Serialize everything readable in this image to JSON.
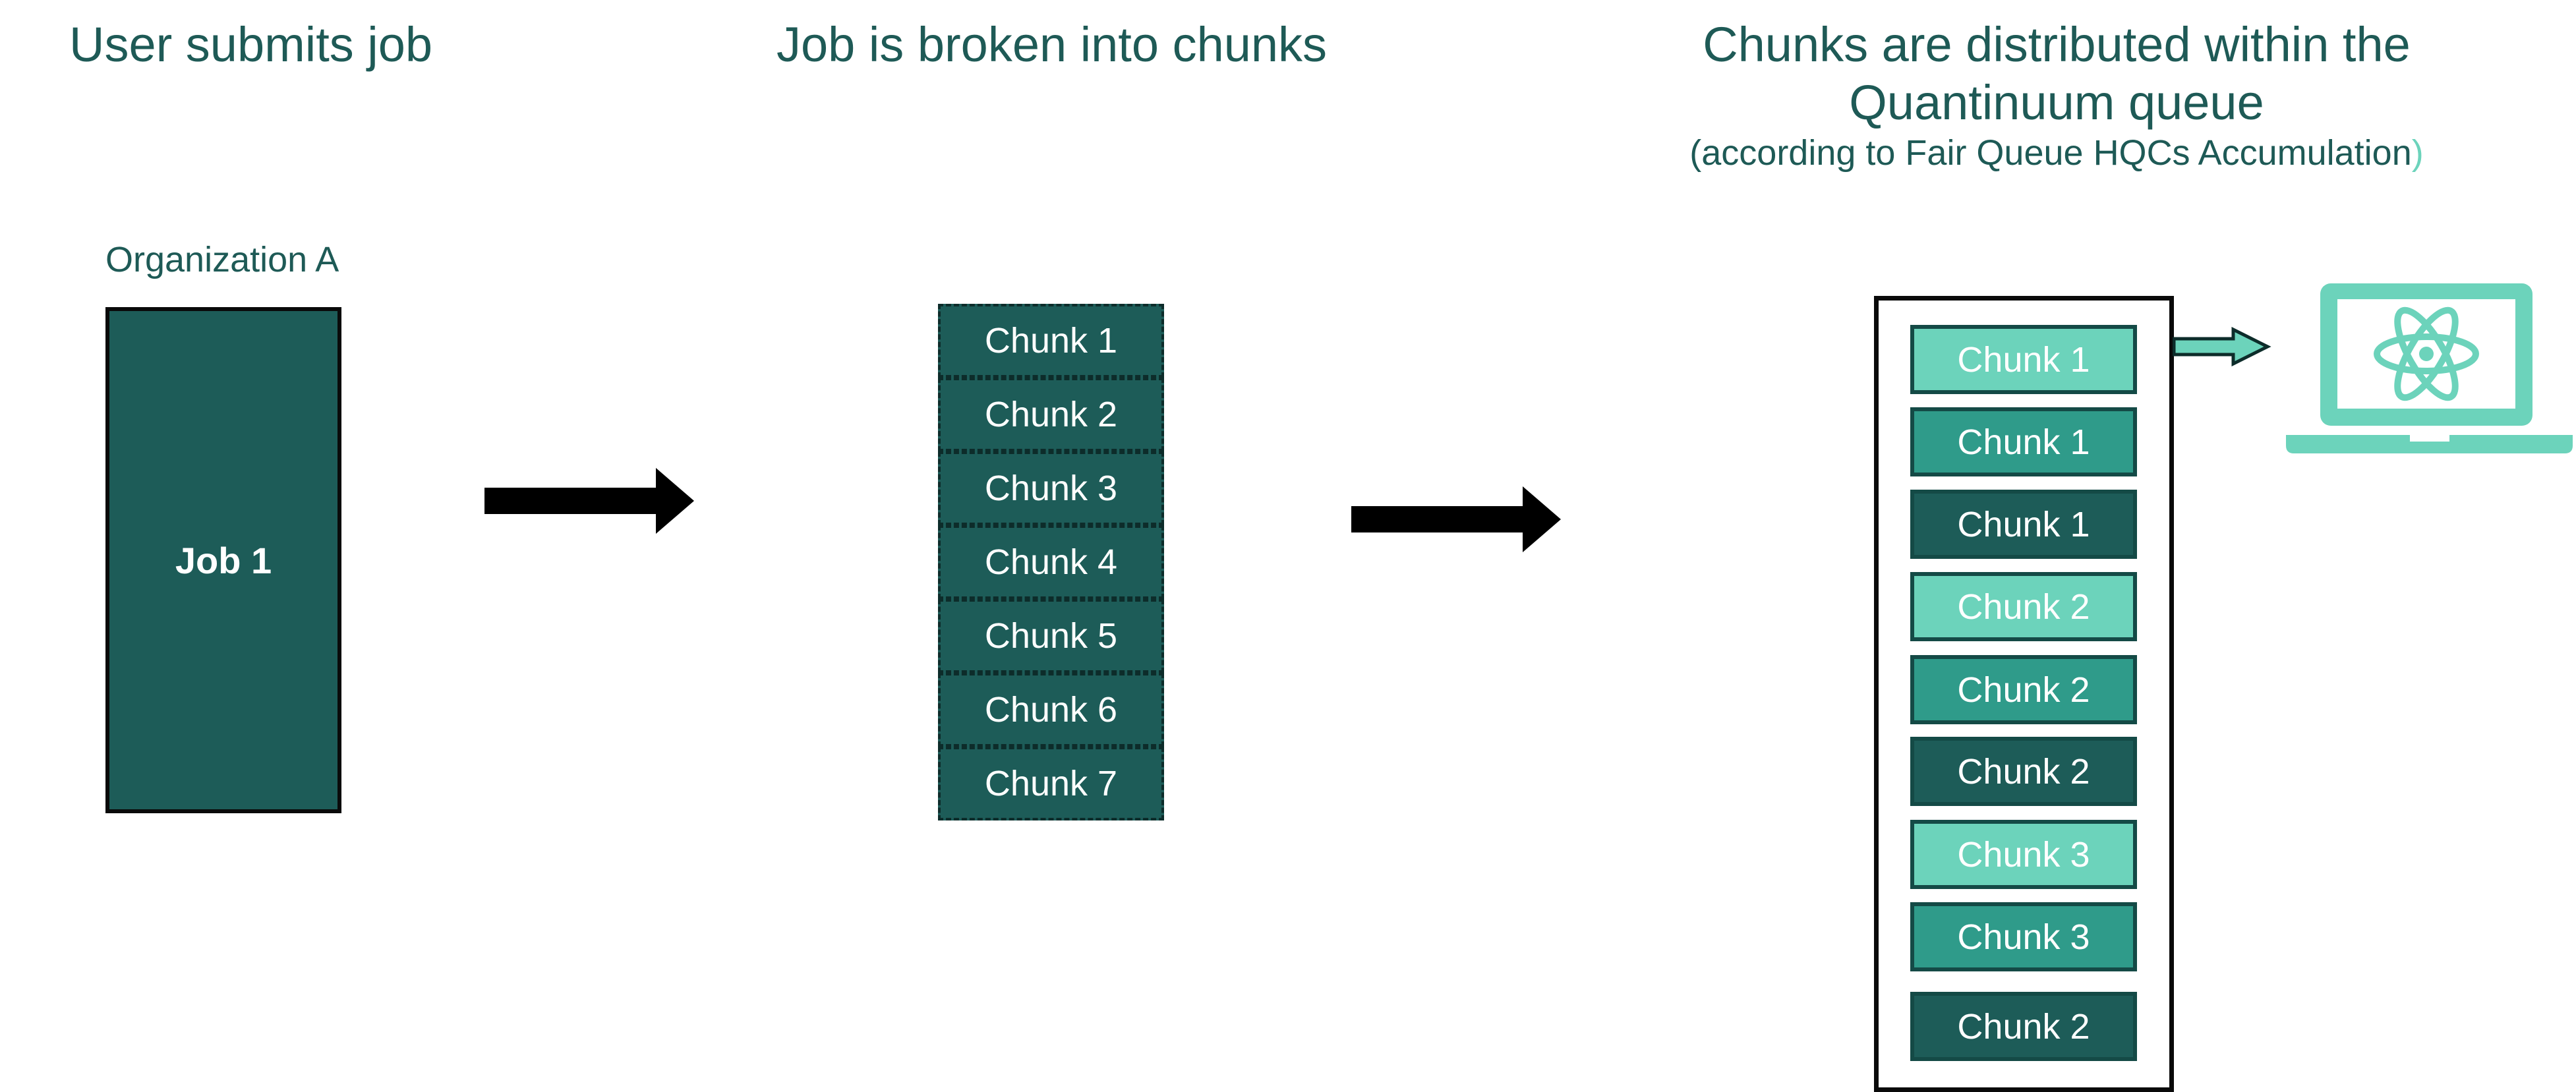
{
  "sections": {
    "submit": {
      "title": "User submits job"
    },
    "split": {
      "title": "Job is broken into chunks"
    },
    "distribute": {
      "title_line1": "Chunks are distributed within the",
      "title_line2": "Quantinuum queue",
      "subtitle": "(according to Fair Queue HQCs Accumulation",
      "subtitle_close": ")"
    }
  },
  "organization": {
    "label": "Organization A"
  },
  "job": {
    "label": "Job 1"
  },
  "chunks": [
    "Chunk 1",
    "Chunk 2",
    "Chunk 3",
    "Chunk 4",
    "Chunk 5",
    "Chunk 6",
    "Chunk 7"
  ],
  "queue": [
    {
      "label": "Chunk 1",
      "color": "#6cd3bb"
    },
    {
      "label": "Chunk 1",
      "color": "#2f9b8a"
    },
    {
      "label": "Chunk 1",
      "color": "#1d5c58"
    },
    {
      "label": "Chunk 2",
      "color": "#6cd3bb"
    },
    {
      "label": "Chunk 2",
      "color": "#2f9b8a"
    },
    {
      "label": "Chunk 2",
      "color": "#1d5c58"
    },
    {
      "label": "Chunk 3",
      "color": "#6cd3bb"
    },
    {
      "label": "Chunk 3",
      "color": "#2f9b8a"
    },
    {
      "label": "Chunk 2",
      "color": "#1d5c58"
    }
  ],
  "colors": {
    "dark_teal": "#1d5c58",
    "mid_teal": "#2f9b8a",
    "light_teal": "#6cd3bb",
    "heading": "#1e5a56"
  },
  "icons": {
    "computer": "laptop-atom-icon"
  }
}
